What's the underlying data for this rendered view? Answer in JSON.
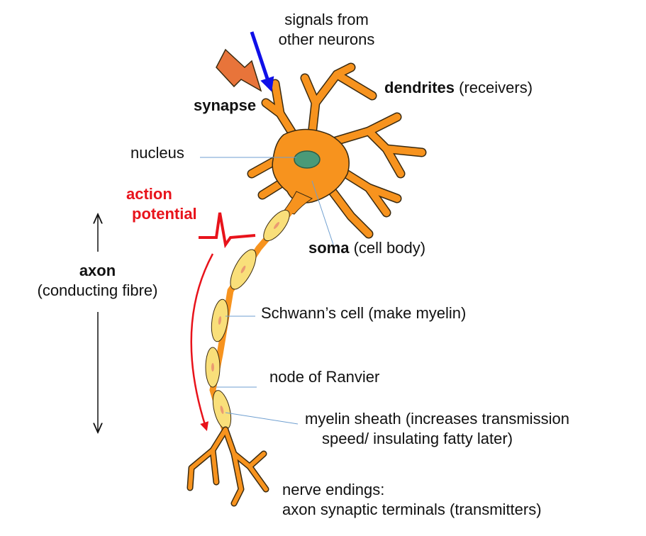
{
  "labels": {
    "signals_line1": "signals from",
    "signals_line2": "other neurons",
    "dendrites": "dendrites",
    "dendrites_note": "(receivers)",
    "synapse": "synapse",
    "nucleus": "nucleus",
    "action_line1": "action",
    "action_line2": "potential",
    "soma": "soma",
    "soma_note": "(cell body)",
    "axon": "axon",
    "axon_note": "(conducting fibre)",
    "schwann": "Schwann’s cell (make myelin)",
    "node": "node of Ranvier",
    "myelin_line1": "myelin sheath (increases transmission",
    "myelin_line2": "speed/ insulating fatty later)",
    "endings_line1": "nerve endings:",
    "endings_line2": "axon synaptic terminals (transmitters)"
  },
  "colors": {
    "neuron": "#f7931e",
    "neuron_outline": "#3a2a10",
    "nucleus": "#4a9a78",
    "myelin": "#f9df7a",
    "myelin_spot": "#e88a70",
    "signal_arrow": "#1010e8",
    "synapse_shape": "#e8743a",
    "action": "#e8131b",
    "pointer": "#6f9fd0"
  }
}
